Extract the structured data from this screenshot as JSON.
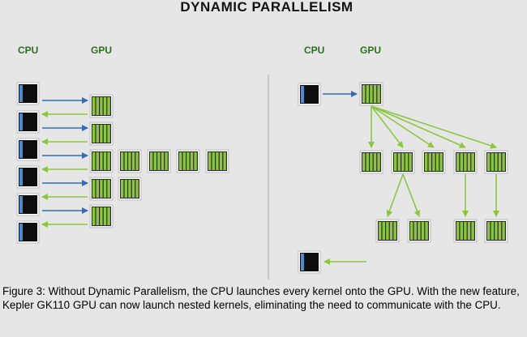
{
  "title": "DYNAMIC PARALLELISM",
  "left_panel": {
    "cpu_label": "CPU",
    "gpu_label": "GPU"
  },
  "right_panel": {
    "cpu_label": "CPU",
    "gpu_label": "GPU"
  },
  "caption": "Figure 3: Without Dynamic Parallelism, the CPU launches every kernel onto the GPU.  With the new feature, Kepler GK110 GPU can now launch nested kernels, eliminating the need to communicate with the CPU.",
  "colors": {
    "background": "#e6e6e6",
    "label_green": "#2e6e1f",
    "cpu_block": "#0d0d0d",
    "cpu_stripe": "#4a8ad0",
    "gpu_border": "#2a2a2a",
    "gpu_fill": "#8cc63f",
    "arrow_blue": "#2f6cc0",
    "arrow_green": "#8cc63f",
    "divider": "#aaaaaa"
  },
  "icons": {
    "cpu": "cpu-core-icon",
    "gpu": "gpu-kernel-icon"
  }
}
